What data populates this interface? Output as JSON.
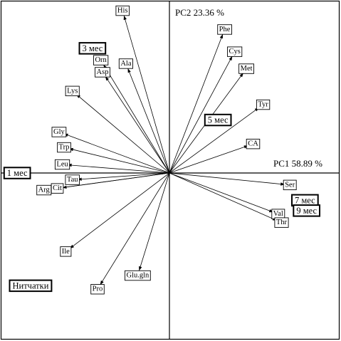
{
  "chart_data": {
    "type": "scatter",
    "subtype": "pca-biplot",
    "axes": {
      "pc1_label": "PC1  58.89 %",
      "pc2_label": "PC2  23.36 %",
      "xlim": [
        -1,
        1
      ],
      "ylim": [
        -1,
        1
      ]
    },
    "variables": [
      {
        "name": "His",
        "x": -0.28,
        "y": 0.95
      },
      {
        "name": "Phe",
        "x": 0.33,
        "y": 0.84
      },
      {
        "name": "Cys",
        "x": 0.39,
        "y": 0.71
      },
      {
        "name": "Met",
        "x": 0.46,
        "y": 0.61
      },
      {
        "name": "Tyr",
        "x": 0.56,
        "y": 0.4
      },
      {
        "name": "CA",
        "x": 0.5,
        "y": 0.17
      },
      {
        "name": "Orn",
        "x": -0.41,
        "y": 0.66
      },
      {
        "name": "Ala",
        "x": -0.26,
        "y": 0.64
      },
      {
        "name": "Asp",
        "x": -0.4,
        "y": 0.59
      },
      {
        "name": "Lys",
        "x": -0.58,
        "y": 0.48
      },
      {
        "name": "Gly",
        "x": -0.66,
        "y": 0.24
      },
      {
        "name": "Trp",
        "x": -0.63,
        "y": 0.15
      },
      {
        "name": "Leu",
        "x": -0.64,
        "y": 0.05
      },
      {
        "name": "Tau",
        "x": -0.58,
        "y": -0.04
      },
      {
        "name": "Cit",
        "x": -0.67,
        "y": -0.09
      },
      {
        "name": "Arg",
        "x": -0.75,
        "y": -0.1
      },
      {
        "name": "Ser",
        "x": 0.72,
        "y": -0.07
      },
      {
        "name": "Val",
        "x": 0.65,
        "y": -0.24
      },
      {
        "name": "Thr",
        "x": 0.67,
        "y": -0.29
      },
      {
        "name": "Ile",
        "x": -0.62,
        "y": -0.46
      },
      {
        "name": "Pro",
        "x": -0.43,
        "y": -0.68
      },
      {
        "name": "Glu.gln",
        "x": -0.19,
        "y": -0.6
      }
    ],
    "samples": [
      {
        "name": "3 мес",
        "x": -0.46,
        "y": 0.73
      },
      {
        "name": "5 мес",
        "x": 0.29,
        "y": 0.31
      },
      {
        "name": "1 мес",
        "x": -0.91,
        "y": 0.0
      },
      {
        "name": "7 мес",
        "x": 0.81,
        "y": -0.16
      },
      {
        "name": "9 мес",
        "x": 0.82,
        "y": -0.22
      },
      {
        "name": "Нитчатки",
        "x": -0.83,
        "y": -0.66
      }
    ]
  }
}
